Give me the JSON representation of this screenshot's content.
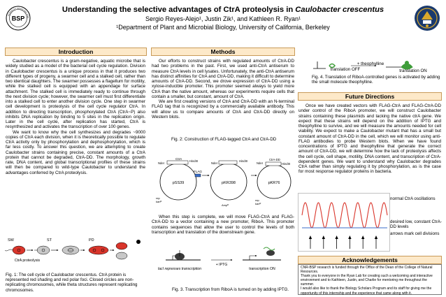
{
  "header": {
    "title_main": "Understanding the selective advantages of CtrA proteolysis in",
    "title_italic": "Caulobacter crescentus",
    "authors": "Sergio Reyes-Alejo¹, Justin Zik¹, and Kathleen R. Ryan¹",
    "affiliation": "¹Department of Plant and Microbial Biology, University of California, Berkeley",
    "left_logo_text": "BSP",
    "left_logo_ring": "BERKELEY SCHOLARS PROGRAM"
  },
  "sections": {
    "introduction": "Introduction",
    "methods": "Methods",
    "future": "Future Directions",
    "acknowledgements": "Acknowledgements"
  },
  "intro": {
    "p1": "Caulobacter crescentus is a gram-negative, aquatic microbe that is widely studied as a model of the bacterial cell cycle regulation. Division in Caulobacter crescentus is a unique process in that it produces two different types of progeny, a swarmer cell and a stalked cell, rather than two identical daughters. The swarmer possesses a flagellum for motility, while the stalked cell is equipped with an appendage for surface attachment. The stalked cell is immediately ready to continue through the next division cycle; however, the swarmer cell must first differentiate into a stalked cell to enter another division cycle. One step in swarmer cell development is proteolysis of the cell cycle regulator CtrA. In addition to directing transcription, phosphorylated CtrA (CtrA~P) also inhibits DNA replication by binding to 5 sites in the replication origin. Later in the cell cycle, after replication has started, CtrA is resynthesized and activates the transcription of over 100 genes.",
    "p2": "We want to know why the cell synthesizes and degrades ~9000 copies of CtrA each division, when it is theoretically possible to regulate CtrA activity only by phosphorylation and dephosphorylation, which is far less costly. To answer this question, we are attempting to create Caulobacter strains containing precise, constant amounts of a CtrA protein that cannot be degraded, CtrA-DD. The morphology, growth rate, DNA content, and global transcriptional profiles of these strains will then be compared to wild-type Caulobacter to understand the advantages conferred by CtrA proteolysis."
  },
  "fig1": {
    "labels": [
      "SW",
      "ST",
      "PD",
      "CtrA proteolysis"
    ],
    "caption": "Fig. 1: The cell cycle of Caulobacter crescentus. CtrA protein is represented red shading and red polar foci. Closed circles are non-replicating chromosomes, while theta structures represent replicating chromosomes."
  },
  "methods": {
    "p1": "Our efforts to construct strains with regulated amounts of CtrA-DD had two problems in the past. First, we used anti-CtrA antiserum to measure CtrA levels in cell lysates. Unfortunately, the anti-CtrA antiserum has distinct affinities for CtrA and CtrA-DD, making it difficult to determine amounts of CtrA-DD. Second, we drove expression of CtrA-DD using a xylose-inducible promoter. This promoter seemed always to yield more CtrA than the native amount, whereas our experiments require cells that contain a smaller, but constant, amount of CtrA.",
    "p2": "We are first creating versions of CtrA and CtrA-DD with an N-terminal FLAG tag that is recognized by a commercially available antibody. This will allow us to compare amounts of CtrA and CtrA-DD directly on Western blots.",
    "p3": "When this step is complete, we will move FLAG-CtrA and FLAG-CtrA-DD to a vector containing a new promoter, RiboA. This promoter contains sequences that allow the user to control the levels of both transcription and translation of the downstream gene."
  },
  "fig2": {
    "caption": "Fig. 2: Construction of FLAG-tagged CtrA and CtrA-DD",
    "plasmids": [
      "pSS39",
      "pKR398",
      "pKR76"
    ],
    "labels": {
      "ndeI": "NdeI",
      "hindIII": "HindIII",
      "ctra": "CtrA",
      "flag": "FLAG",
      "ctradd": "CtrA-DD",
      "rep1": "rep",
      "kan": "kanᴿ",
      "amp": "Ampᴿ",
      "rep3": "rep",
      "kan3": "kanᴿ"
    }
  },
  "fig3": {
    "left": "lacI represses transcription",
    "middle": "+ IPTG",
    "right": "transcription ON",
    "caption": "Fig. 3. Transcription from RiboA is turned on by adding IPTG."
  },
  "fig4": {
    "off": "translation OFF",
    "plus": "+ theophylline",
    "on": "translation ON",
    "caption": "Fig. 4. Translation of RiboA-controlled genes is activated by adding the small molecule theophylline."
  },
  "future": {
    "p1": "Once we have created vectors with FLAG-CtrA and FLAG-CtrA-DD under control of the RiboA promoter, we will construct Caulobacter strains containing these plasmids and lacking the native ctrA gene. We expect that these strains will depend on the addition of IPTG and theophylline to survive, and we will measure the amounts needed for cell viability. We expect to make a Caulobacter mutant that has a small but constant amount of CtrA-DD in the cell, which we will monitor using anti-FLAG antibodies to probe Western blots. When we have found concentrations of IPTG and theophylline that generate the correct amount of CtrA-DD, we will determine how the lack of proteolysis affects the cell cycle, cell shape, motility, DNA content, and transcription of CtrA-dependent genes. We want to understand why Caulobacter degrades CtrA rather than simply regulating it by phosphorylation, as is the case for most response regulator proteins in bacteria."
  },
  "plot": {
    "legend_oscillation": "normal CtrA oscillations",
    "legend_desired": "desired low, constant CtrA-DD levels",
    "legend_arrows": "arrows mark cell divisions"
  },
  "ack": {
    "lines": [
      "CNR-BSP research is funded through the Office of the Dean of the College of Natural Resources.",
      "Thank you to everyone in the Ryan Lab for creating such a welcoming and interactive environment and to Kathleen, Justin, and Charlie for mentoring me throughout the summer.",
      "I would also like to thank the Biology Scholars Program and its staff for giving me the opportunity of this internship and the experience that came along with it."
    ]
  },
  "colors": {
    "header_fill": "#fde9c9",
    "header_border": "#c89a58",
    "ctra_red": "#d9352b",
    "riboa_green": "#3f9d3a",
    "cell_gray": "#b3b3b3",
    "berkeley_blue": "#1a3a6e",
    "berkeley_gold": "#d9a82b"
  }
}
